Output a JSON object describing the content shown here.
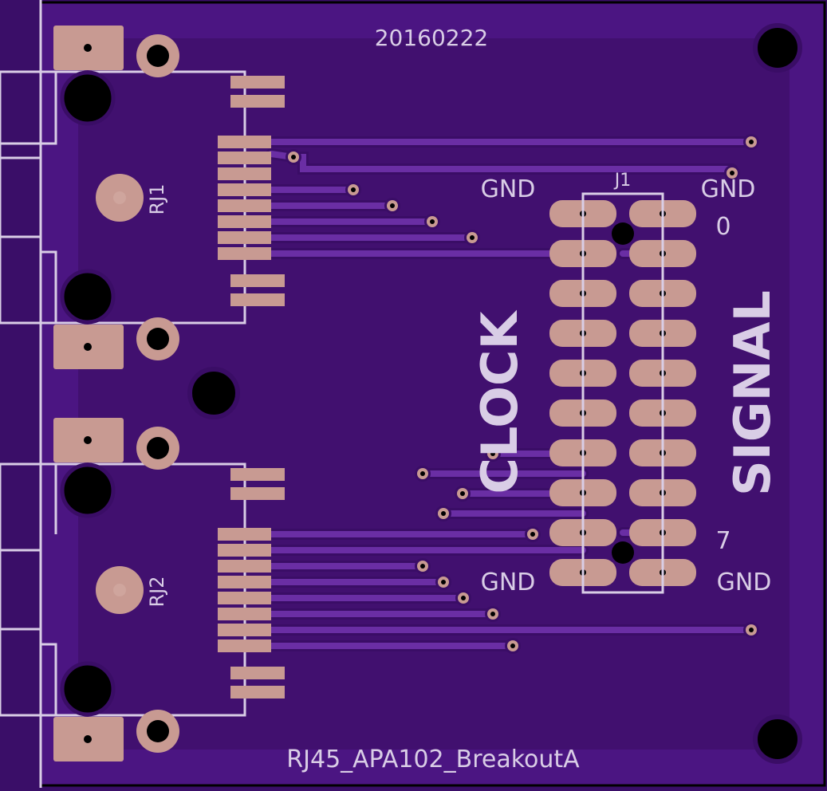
{
  "board": {
    "date_code": "20160222",
    "board_name": "RJ45_APA102_BreakoutA",
    "labels": {
      "rj1": "RJ1",
      "rj2": "RJ2",
      "j1": "J1",
      "gnd_top_left": "GND",
      "gnd_top_right": "GND",
      "gnd_bottom_left": "GND",
      "gnd_bottom_right": "GND",
      "pin_first": "0",
      "pin_last": "7",
      "clock": "CLOCK",
      "signal": "SIGNAL"
    }
  },
  "colors": {
    "substrate": "#3a0e68",
    "board": "#4b1582",
    "copper_pour": "#3f0f6e",
    "trace": "#6a2ea4",
    "trace_outline": "#3a0d66",
    "pad": "#c89a92",
    "silkscreen": "#d9cde6",
    "hole": "#000000",
    "outline": "#000000"
  }
}
